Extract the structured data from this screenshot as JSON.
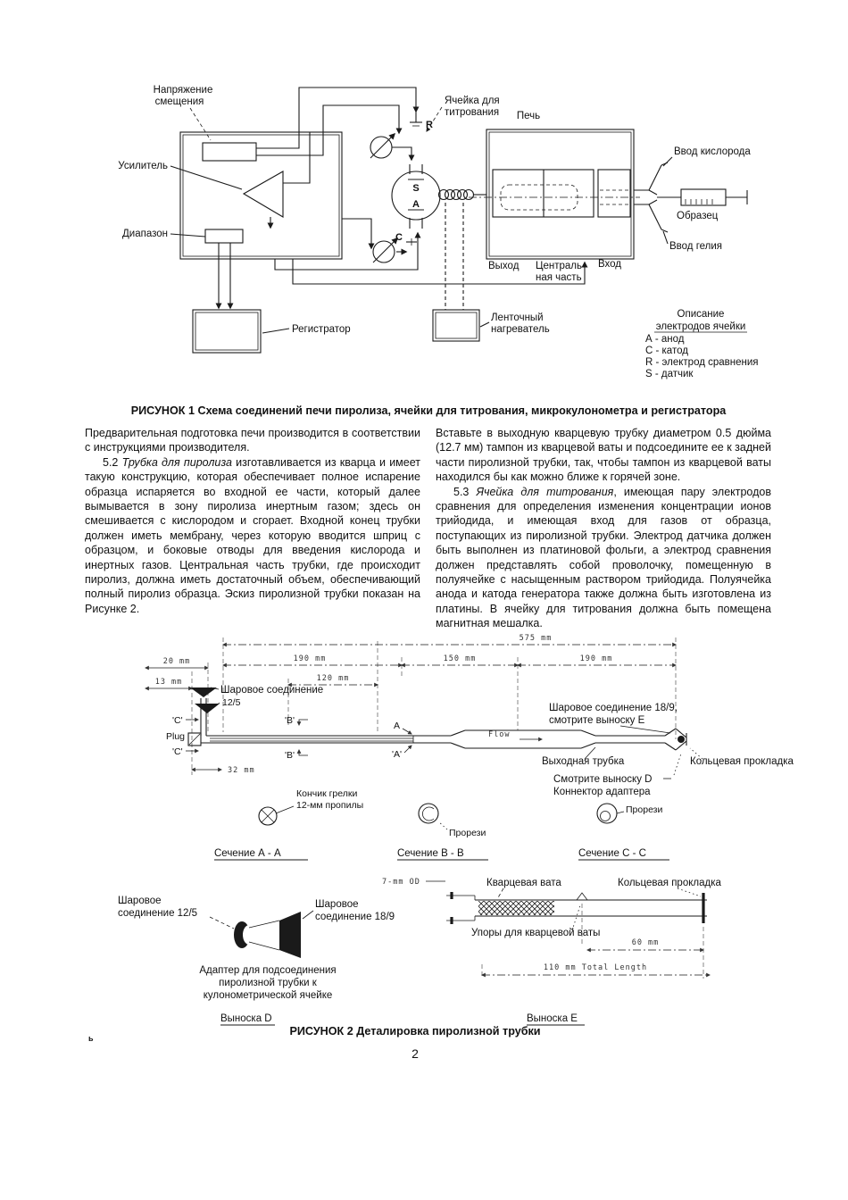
{
  "page": {
    "number": "2",
    "stray_mark": "ь"
  },
  "captions": {
    "fig1": "РИСУНОК 1  Схема соединений печи пиролиза, ячейки для титрования, микрокулонометра и регистратора",
    "fig2": "РИСУНОК 2  Деталировка пиролизной трубки"
  },
  "fig1": {
    "labels": {
      "bias1": "Напряжение",
      "bias2": "смещения",
      "amplifier": "Усилитель",
      "range": "Диапазон",
      "recorder": "Регистратор",
      "cell1": "Ячейка для",
      "cell2": "титрования",
      "furnace": "Печь",
      "oxygen": "Ввод кислорода",
      "sample": "Образец",
      "helium": "Ввод гелия",
      "outlet": "Выход",
      "central1": "Централь-",
      "central2": "ная часть",
      "inlet": "Вход",
      "heater1": "Ленточный",
      "heater2": "нагреватель",
      "desc1": "Описание",
      "desc2": "электродов ячейки"
    },
    "terminals": {
      "r": "R",
      "s": "S",
      "a": "A",
      "c": "C"
    },
    "electrodes": [
      "А - анод",
      "С - катод",
      "R - электрод сравнения",
      "S - датчик"
    ]
  },
  "body": {
    "left": [
      {
        "indent": false,
        "runs": [
          {
            "t": "Предварительная подготовка печи производится в соответствии с инструкциями производителя."
          }
        ]
      },
      {
        "indent": true,
        "runs": [
          {
            "t": "5.2  "
          },
          {
            "t": "Трубка для пиролиза",
            "i": true
          },
          {
            "t": " изготавливается из кварца и имеет такую конструкцию, которая обеспечивает полное испарение образца испаряется во входной ее части, который далее вымывается в зону пиролиза инертным газом; здесь он смешивается с кислородом и сгорает. Входной конец трубки должен иметь мембрану, через которую вводится шприц с образцом, и боковые отводы для введения кислорода и инертных газов. Центральная часть трубки, где происходит пиролиз, должна иметь достаточный объем, обеспечивающий полный пиролиз образца. Эскиз пиролизной трубки показан на Рисунке 2."
          }
        ]
      }
    ],
    "right": [
      {
        "indent": false,
        "runs": [
          {
            "t": "Вставьте в выходную кварцевую трубку диаметром 0.5 дюйма (12.7 мм)  тампон из кварцевой ваты и подсоедините ее к задней части пиролизной трубки, так, чтобы тампон из кварцевой ваты находился бы как можно ближе к горячей зоне."
          }
        ]
      },
      {
        "indent": true,
        "runs": [
          {
            "t": "5.3 "
          },
          {
            "t": "Ячейка для титрования",
            "i": true
          },
          {
            "t": ", имеющая пару электродов сравнения для определения изменения концентрации ионов трийодида, и имеющая вход для газов от образца, поступающих из пиролизной трубки. Электрод датчика должен быть выполнен из платиновой фольги, а электрод сравнения должен представлять собой проволочку, помещенную в полуячейке с насыщенным раствором трийодида. Полуячейка анода и катода генератора также должна быть изготовлена из платины. В ячейку для титрования должна быть помещена магнитная мешалка."
          }
        ]
      }
    ]
  },
  "fig2": {
    "dims": {
      "total": "575 mm",
      "d20": "20 mm",
      "d190a": "190 mm",
      "d150": "150 mm",
      "d190b": "190 mm",
      "d13": "13 mm",
      "d120": "120 mm",
      "d32": "32 mm",
      "d60": "60 mm",
      "d110": "110 mm  Total Length",
      "od7": "7-mm OD"
    },
    "labels": {
      "ball12a": "Шаровое   соединение",
      "ball12b": "12/5",
      "cmark": "'C'",
      "plug": "Plug",
      "bmark": "'B'",
      "amark": "A",
      "amark2": "'A'",
      "flow": "Flow",
      "ball18a": "Шаровое  соединение  18/9,",
      "ball18b": "смотрите выноску Е",
      "outlet_tube": "Выходная трубка",
      "oring": "Кольцевая прокладка",
      "seeD": "Смотрите    выноску    D",
      "adapter_conn": "Коннектор адаптера",
      "tip1": "Кончик грелки",
      "tip2": "12-мм пропилы",
      "slots1": "Прорези",
      "slots2": "Прорези",
      "secA": "Сечение А - А",
      "secB": "Сечение В - В",
      "secC": "Сечение С - С",
      "dball12a": "Шаровое",
      "dball12b": "соединение 12/5",
      "dball18a": "Шаровое",
      "dball18b": "соединение 18/9",
      "dadapter1": "Адаптер для подсоединения",
      "dadapter2": "пиролизной трубки к",
      "dadapter3": "кулонометрической ячейке",
      "calloutD": "Выноска D",
      "equartz": "Кварцевая вата",
      "eoring": "Кольцевая прокладка",
      "esupports": "Упоры для кварцевой ваты",
      "calloutE": "Выноска Е"
    }
  }
}
